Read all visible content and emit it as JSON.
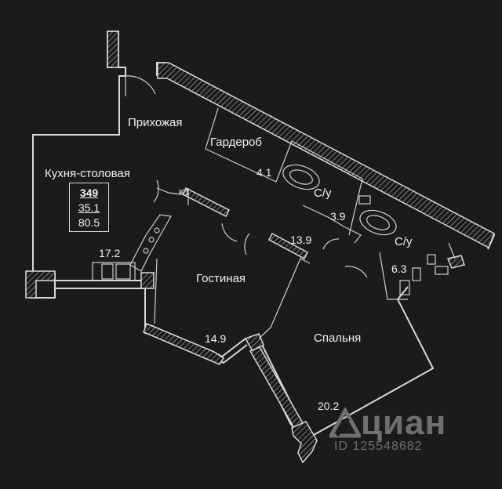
{
  "rooms": {
    "hall": "Прихожая",
    "wardrobe": "Гардероб",
    "kitchen": "Кухня-столовая",
    "bath1": "С/у",
    "bath2": "С/у",
    "living": "Гостиная",
    "bedroom": "Спальня"
  },
  "areas": {
    "wardrobe": "4.1",
    "bath1": "3.9",
    "hall": "13.9",
    "kitchen": "17.2",
    "bath2": "6.3",
    "living": "14.9",
    "bedroom": "20.2"
  },
  "markers": {
    "kitchen_unit": "K1"
  },
  "apartment": {
    "number": "349",
    "living_area": "35.1",
    "total_area": "80.5"
  },
  "watermark": {
    "brand": "циан",
    "id": "ID 125548682"
  },
  "colors": {
    "background": "#1b1b1b",
    "walls": "#d9d9d9",
    "text": "#f2f2f2",
    "watermark": "#6f6f6f"
  }
}
